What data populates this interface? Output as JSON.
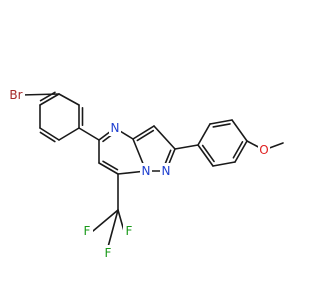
{
  "molecule": {
    "atoms": {
      "bromine": {
        "text": "Br",
        "color": "#a52a2a"
      },
      "n_pyrimidine": {
        "text": "N",
        "color": "#2040d0"
      },
      "n_bridgehead": {
        "text": "N",
        "color": "#2040d0"
      },
      "n_pyrazole": {
        "text": "N",
        "color": "#2040d0"
      },
      "oxygen": {
        "text": "O",
        "color": "#e02020"
      },
      "fluorine_left": {
        "text": "F",
        "color": "#1a9a1a"
      },
      "fluorine_right": {
        "text": "F",
        "color": "#1a9a1a"
      },
      "fluorine_bottom": {
        "text": "F",
        "color": "#1a9a1a"
      }
    },
    "bond_color": "#1a1a1a"
  }
}
